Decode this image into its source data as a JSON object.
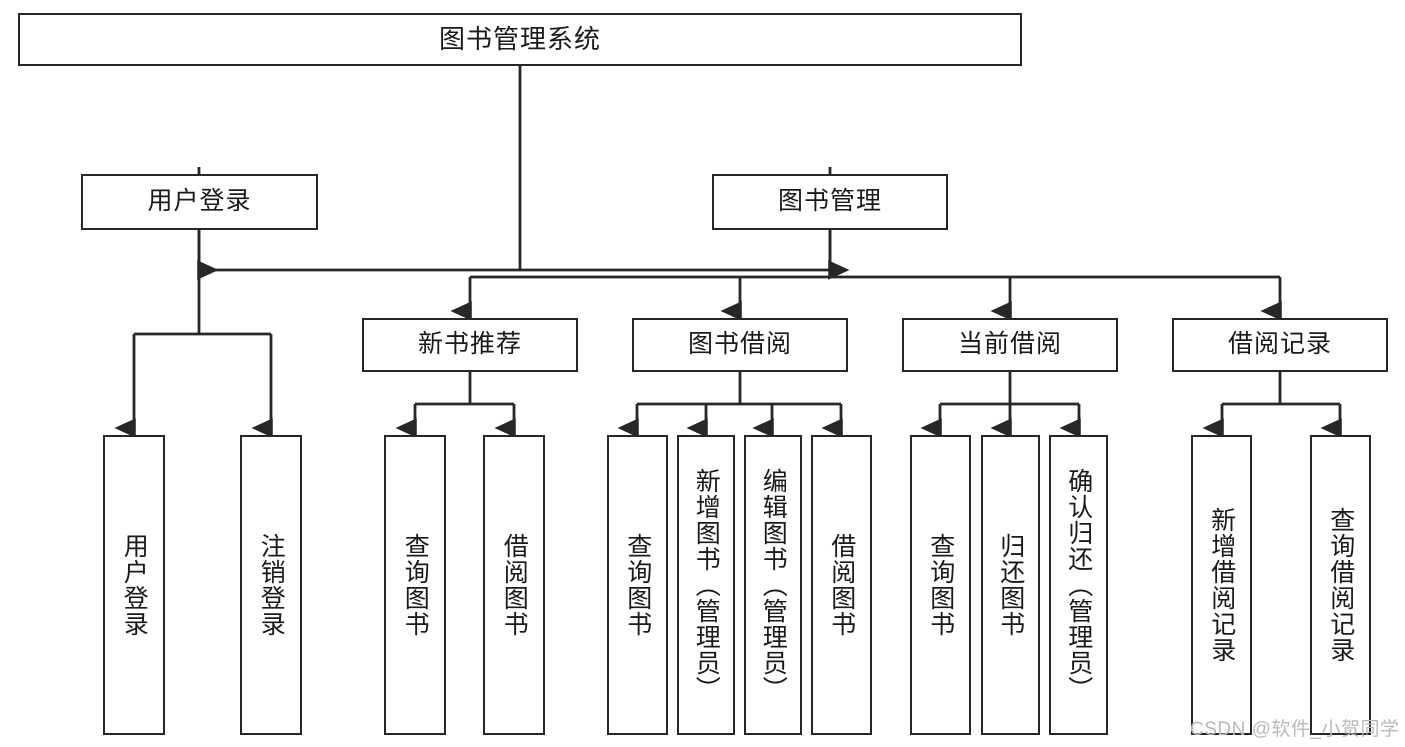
{
  "diagram": {
    "title": "图书管理系统",
    "type": "tree-hierarchy-chart",
    "orientation": "top-down",
    "style": {
      "box_border_color": "#27272a",
      "box_fill_color": "#ffffff",
      "connector_color": "#27272a",
      "background_color": "#ffffff",
      "text_color": "#1a1a1a"
    },
    "levels": {
      "root": {
        "label": "图书管理系统"
      },
      "level2": [
        {
          "label": "用户登录"
        },
        {
          "label": "图书管理"
        }
      ],
      "level3": [
        {
          "label": "新书推荐"
        },
        {
          "label": "图书借阅"
        },
        {
          "label": "当前借阅"
        },
        {
          "label": "借阅记录"
        }
      ]
    },
    "leaves": {
      "user_login": [
        {
          "label": "用户登录"
        },
        {
          "label": "注销登录"
        }
      ],
      "new_book_recommend": [
        {
          "label": "查询图书"
        },
        {
          "label": "借阅图书"
        }
      ],
      "book_borrow": [
        {
          "label": "查询图书"
        },
        {
          "label": "新增图书（管理员）"
        },
        {
          "label": "编辑图书（管理员）"
        },
        {
          "label": "借阅图书"
        }
      ],
      "current_borrow": [
        {
          "label": "查询图书"
        },
        {
          "label": "归还图书"
        },
        {
          "label": "确认归还（管理员）"
        }
      ],
      "borrow_records": [
        {
          "label": "新增借阅记录"
        },
        {
          "label": "查询借阅记录"
        }
      ]
    }
  },
  "watermark": {
    "text": "CSDN @软件_小贺同学"
  }
}
